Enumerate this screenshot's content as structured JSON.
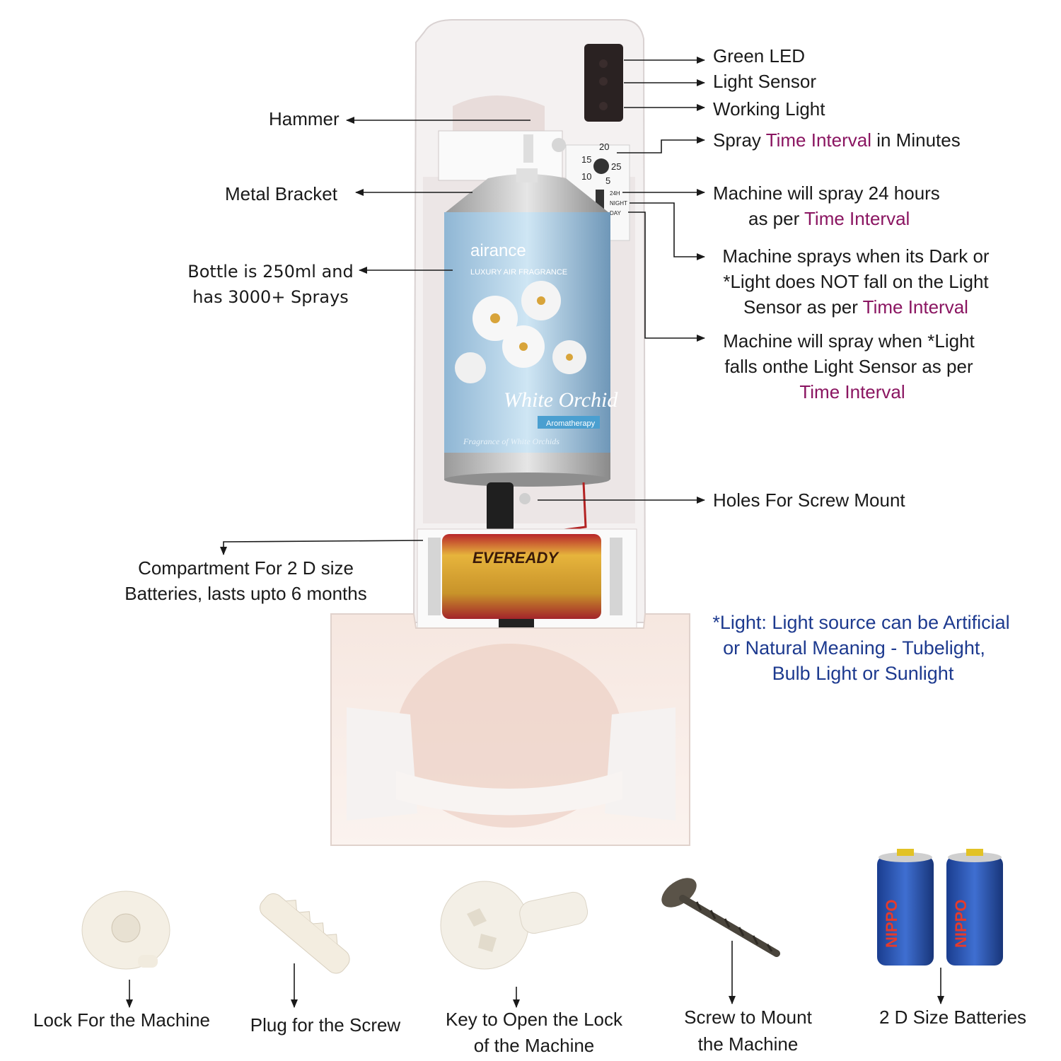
{
  "colors": {
    "highlight": "#8a1561",
    "note": "#1d3a8f",
    "text": "#1a1a1a"
  },
  "product": {
    "can_brand": "airance",
    "can_tagline": "LUXURY AIR FRAGRANCE",
    "can_fragrance": "White Orchid",
    "can_badge": "Aromatherapy",
    "can_footer": "Fragrance of White Orchids",
    "battery_brand": "EVEREADY",
    "dial_values": [
      "20",
      "15",
      "25",
      "10",
      "5"
    ],
    "mode_labels": [
      "24H",
      "NIGHT",
      "DAY"
    ],
    "spare_battery_brand": "NIPPO"
  },
  "labels": {
    "green_led": "Green LED",
    "light_sensor": "Light Sensor",
    "working_light": "Working Light",
    "spray_pre": "Spray ",
    "spray_hl": "Time Interval",
    "spray_post": " in Minutes",
    "hammer": "Hammer",
    "metal_bracket": "Metal Bracket",
    "mode_24h_line1": "Machine will spray 24 hours",
    "mode_24h_line2_pre": "as per ",
    "mode_24h_line2_hl": "Time Interval",
    "night_line1": "Machine sprays when its Dark or",
    "night_line2": "*Light does NOT fall on the Light",
    "night_line3_pre": "Sensor as per ",
    "night_line3_hl": "Time Interval",
    "day_line1": "Machine will spray when *Light",
    "day_line2": "falls onthe Light Sensor as per",
    "day_line3_hl": "Time Interval",
    "bottle_line1": "Bottle is 250ml and",
    "bottle_line2": "has 3000+ Sprays",
    "holes": "Holes For Screw Mount",
    "compartment_line1": "Compartment For 2 D size",
    "compartment_line2": "Batteries, lasts upto 6 months",
    "note_line1": "*Light: Light source can be Artificial",
    "note_line2": "or Natural Meaning - Tubelight,",
    "note_line3": "Bulb Light or Sunlight",
    "lock": "Lock For the Machine",
    "plug": "Plug for the Screw",
    "key_line1": "Key to Open the Lock",
    "key_line2": "of the Machine",
    "screw_line1": "Screw to Mount",
    "screw_line2": "the Machine",
    "batteries": "2 D Size Batteries"
  }
}
